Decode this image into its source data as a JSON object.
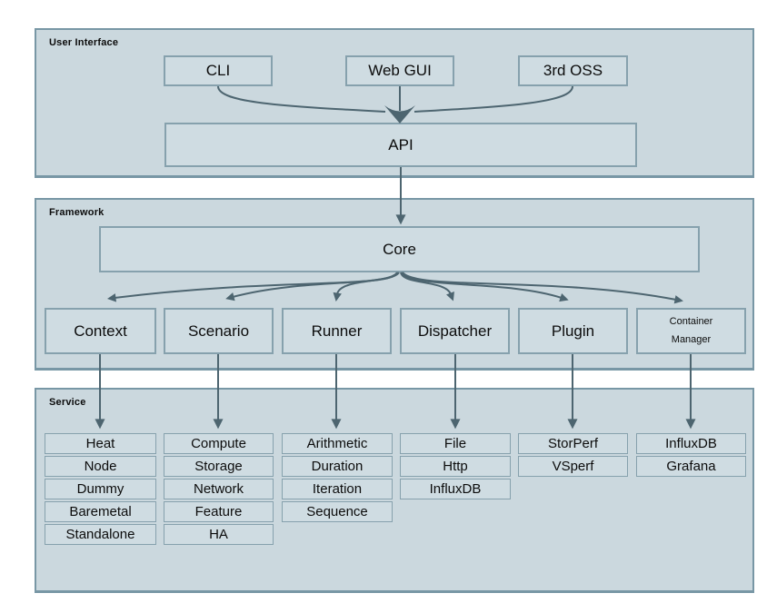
{
  "sections": {
    "user_interface": {
      "label": "User Interface",
      "boxes": {
        "cli": "CLI",
        "web_gui": "Web GUI",
        "third_oss": "3rd OSS",
        "api": "API"
      }
    },
    "framework": {
      "label": "Framework",
      "core": "Core",
      "modules": [
        "Context",
        "Scenario",
        "Runner",
        "Dispatcher",
        "Plugin",
        "Container\nManager"
      ]
    },
    "service": {
      "label": "Service",
      "columns": [
        {
          "items": [
            "Heat",
            "Node",
            "Dummy",
            "Baremetal",
            "Standalone"
          ]
        },
        {
          "items": [
            "Compute",
            "Storage",
            "Network",
            "Feature",
            "HA"
          ]
        },
        {
          "items": [
            "Arithmetic",
            "Duration",
            "Iteration",
            "Sequence"
          ]
        },
        {
          "items": [
            "File",
            "Http",
            "InfluxDB"
          ]
        },
        {
          "items": [
            "StorPerf",
            "VSperf"
          ]
        },
        {
          "items": [
            "InfluxDB",
            "Grafana"
          ]
        }
      ]
    }
  },
  "connections": [
    {
      "from": "CLI",
      "to": "API"
    },
    {
      "from": "Web GUI",
      "to": "API"
    },
    {
      "from": "3rd OSS",
      "to": "API"
    },
    {
      "from": "API",
      "to": "Core"
    },
    {
      "from": "Core",
      "to": "Context"
    },
    {
      "from": "Core",
      "to": "Scenario"
    },
    {
      "from": "Core",
      "to": "Runner"
    },
    {
      "from": "Core",
      "to": "Dispatcher"
    },
    {
      "from": "Core",
      "to": "Plugin"
    },
    {
      "from": "Core",
      "to": "Container Manager"
    },
    {
      "from": "Context",
      "to": "Heat"
    },
    {
      "from": "Scenario",
      "to": "Compute"
    },
    {
      "from": "Runner",
      "to": "Arithmetic"
    },
    {
      "from": "Dispatcher",
      "to": "File"
    },
    {
      "from": "Plugin",
      "to": "StorPerf"
    },
    {
      "from": "Container Manager",
      "to": "InfluxDB"
    }
  ],
  "colors": {
    "section_fill": "#cbd8de",
    "box_fill": "#cfdce2",
    "section_border": "#7897a5",
    "box_border": "#86a1ad",
    "arrow": "#4d6570",
    "text": "#0c0c0c",
    "page_background": "#ffffff"
  }
}
